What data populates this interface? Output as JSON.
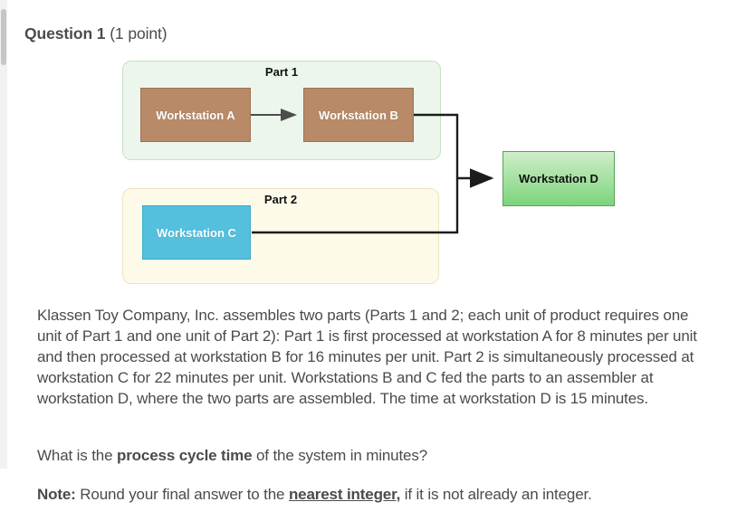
{
  "header": {
    "title": "Question 1",
    "points": "(1 point)"
  },
  "diagram": {
    "part1_label": "Part 1",
    "part2_label": "Part 2",
    "workstations": {
      "a": "Workstation A",
      "b": "Workstation B",
      "c": "Workstation C",
      "d": "Workstation D"
    },
    "colors": {
      "part1_bg": "#ecf6ec",
      "part1_border": "#c7e1c7",
      "part2_bg": "#fdfae9",
      "part2_border": "#eee4c2",
      "workstation_ab_fill": "#b88a68",
      "workstation_ab_border": "#9c7252",
      "workstation_c_fill": "#54c0de",
      "workstation_c_border": "#3fa9c9",
      "workstation_d_gradient_top": "#cfeec9",
      "workstation_d_gradient_bottom": "#7cd47c",
      "workstation_d_border": "#57a457",
      "connector_gray": "#4d4d4d",
      "connector_black": "#1c1c1c",
      "text": "#494c4e"
    }
  },
  "content": {
    "paragraph": "Klassen Toy Company, Inc. assembles two parts (Parts 1 and 2; each unit of product requires one unit of Part 1 and one unit of Part 2): Part 1 is first processed at workstation A for 8 minutes per unit and then processed at workstation B for 16 minutes per unit. Part 2 is simultaneously processed at workstation C for 22 minutes per unit. Workstations B and C fed the parts to an assembler at workstation D, where the two parts are assembled. The time at workstation D is 15 minutes.",
    "question": {
      "prefix": "What is the ",
      "bold": "process cycle time",
      "suffix": " of the system in minutes?"
    },
    "note": {
      "label": "Note:",
      "middle": " Round your final answer to the ",
      "emphasis": "nearest integer,",
      "suffix": " if it is not already an integer."
    }
  }
}
